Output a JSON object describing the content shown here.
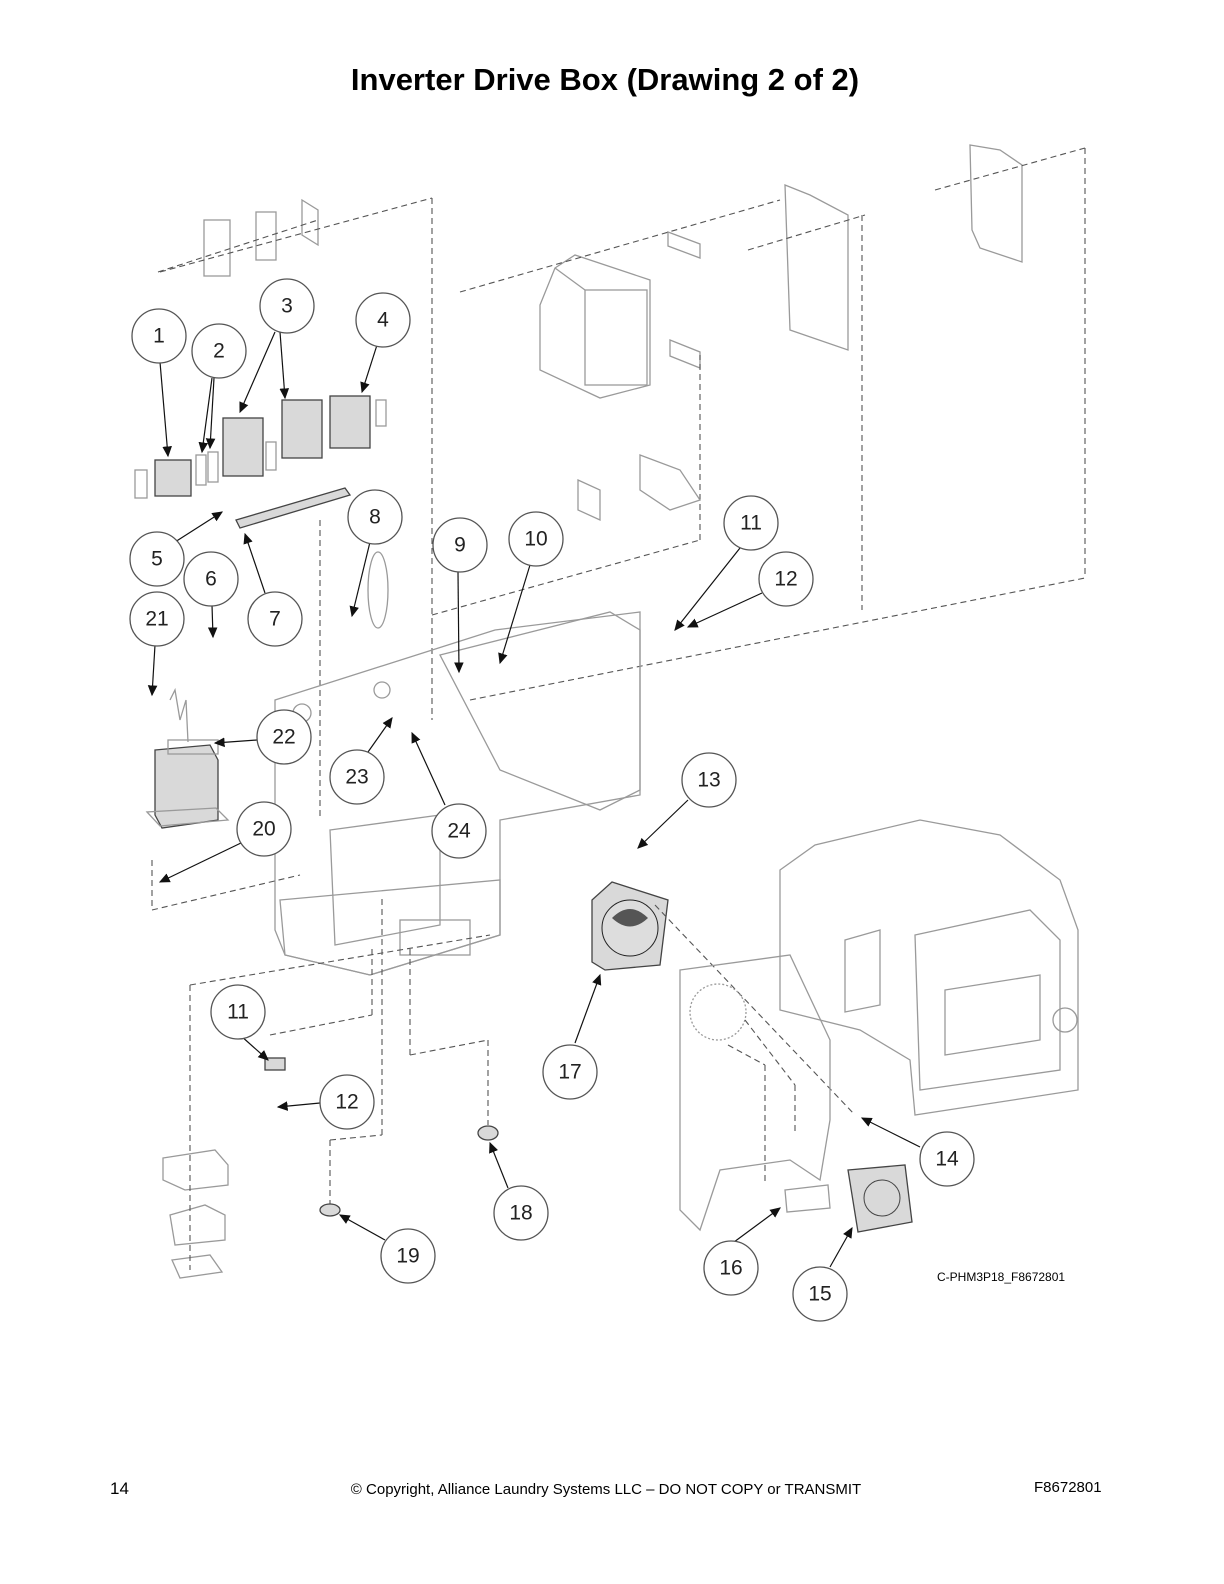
{
  "title": "Inverter Drive Box (Drawing 2 of 2)",
  "reference_code": "C-PHM3P18_F8672801",
  "footer": {
    "page_number": "14",
    "copyright": "© Copyright, Alliance Laundry Systems LLC – DO NOT COPY or TRANSMIT",
    "document_number": "F8672801"
  },
  "callouts": [
    "1",
    "2",
    "3",
    "4",
    "5",
    "6",
    "7",
    "8",
    "9",
    "10",
    "11",
    "12",
    "13",
    "14",
    "15",
    "16",
    "17",
    "18",
    "19",
    "20",
    "21",
    "22",
    "23",
    "24",
    "11",
    "12"
  ]
}
